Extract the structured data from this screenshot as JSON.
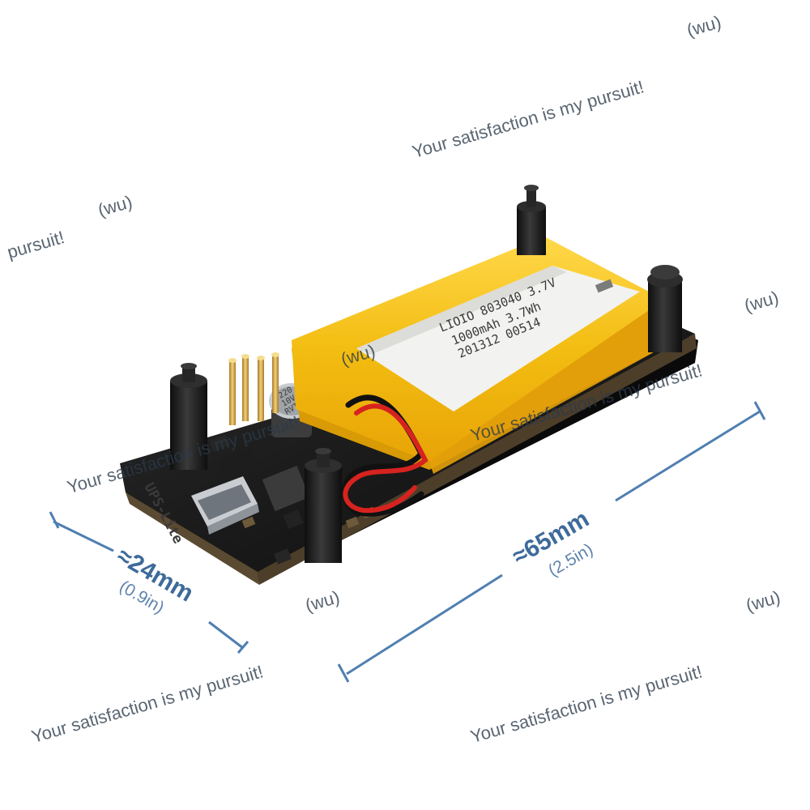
{
  "product": {
    "board_label": "UPS-Lite",
    "battery_line1": "LIOIO 803040 3.7V",
    "battery_line2": "1000mAh 3.7Wh",
    "battery_line3": "201312 00514",
    "capacitor_line1": "220",
    "capacitor_line2": "10V",
    "capacitor_line3": "RVT"
  },
  "dimensions": {
    "width_label": "≈24mm",
    "width_sub": "(0.9in)",
    "length_label": "≈65mm",
    "length_sub": "(2.5in)"
  },
  "watermark": {
    "text": "Your satisfaction is my pursuit!",
    "tag": "(wu)",
    "fragment": "pursuit!"
  },
  "colors": {
    "dimension": "#4f7fb0",
    "battery": "#f6c21c",
    "pcb": "#121212",
    "standoff": "#1b1b1b"
  }
}
